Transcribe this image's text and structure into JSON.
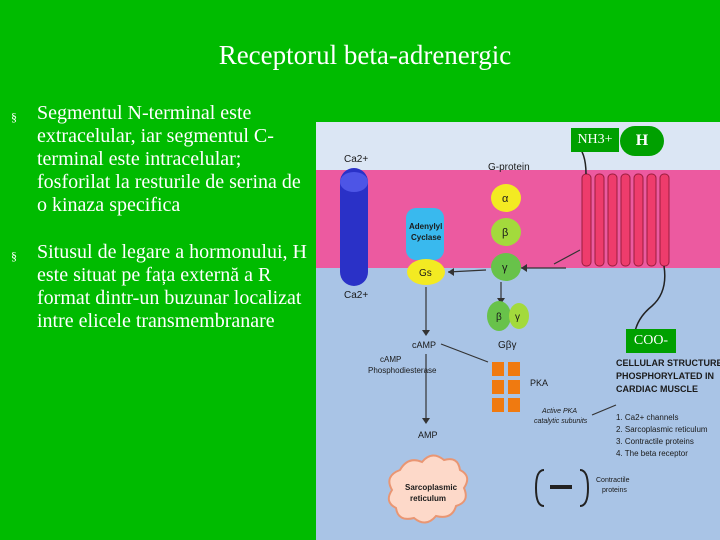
{
  "slide": {
    "title": "Receptorul beta-adrenergic",
    "bullets": [
      {
        "marker": "§",
        "text": "Segmentul N-terminal este extracelular, iar segmentul C-terminal este intracelular; fosforilat la resturile de serina de o kinaza specifica"
      },
      {
        "marker": "§",
        "text": "Situsul de legare a hormonului, H este situat pe fața externă a R format dintr-un buzunar localizat intre elicele transmembranare"
      }
    ]
  },
  "figure": {
    "ca_top": "Ca2+",
    "ca_bottom": "Ca2+",
    "g_protein": "G-protein",
    "alpha": "α",
    "beta": "β",
    "gamma": "γ",
    "adenylyl_cyclase_1": "Adenylyl",
    "adenylyl_cyclase_2": "Cyclase",
    "gs": "Gs",
    "beta2": "β",
    "gamma2": "γ",
    "gbg": "Gβγ",
    "camp": "cAMP",
    "camp_pde_1": "cAMP",
    "camp_pde_2": "Phosphodiesterase",
    "amp": "AMP",
    "pka": "PKA",
    "active_pka_1": "Active PKA",
    "active_pka_2": "catalytic subunits",
    "sr_1": "Sarcoplasmic",
    "sr_2": "reticulum",
    "cell_structures": [
      "CELLULAR STRUCTURES",
      "PHOSPHORYLATED IN",
      "CARDIAC MUSCLE"
    ],
    "targets": [
      "1. Ca2+ channels",
      "2. Sarcoplasmic reticulum",
      "3. Contractile proteins",
      "4. The beta receptor"
    ],
    "contractile_1": "Contractile",
    "contractile_2": "proteins",
    "nh3": "NH3+",
    "h": "H",
    "coo": "COO-"
  }
}
